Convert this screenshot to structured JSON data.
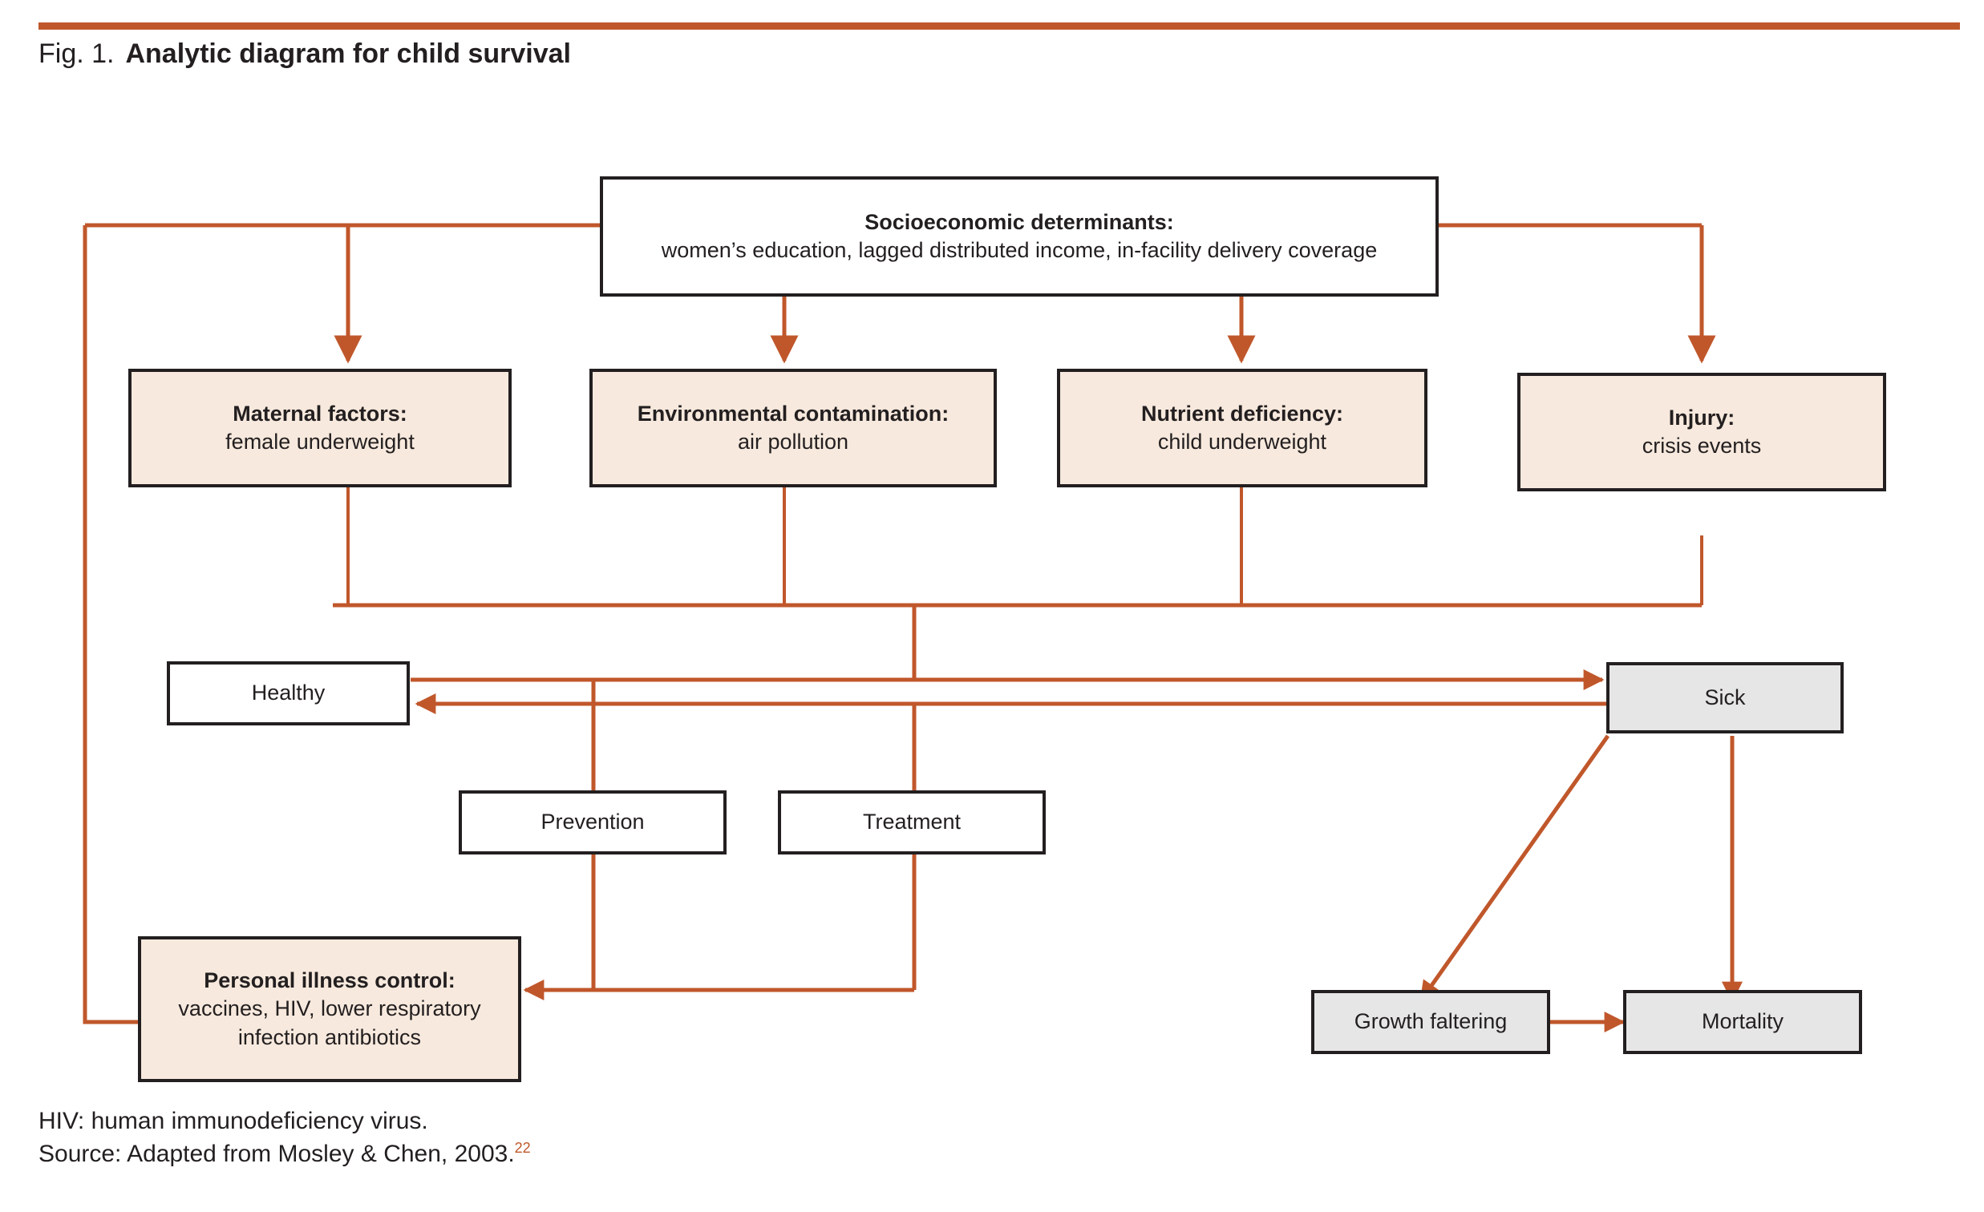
{
  "figure": {
    "label": "Fig. 1.",
    "title": "Analytic diagram for child survival",
    "accent_color": "#c0572b",
    "box_fill_cream": "#f7e9dd",
    "box_fill_grey": "#e6e6e6",
    "box_fill_white": "#ffffff",
    "border_color": "#231f20"
  },
  "nodes": {
    "socioeconomic": {
      "heading": "Socioeconomic determinants:",
      "detail": "women’s education, lagged distributed income, in-facility delivery coverage"
    },
    "maternal": {
      "heading": "Maternal factors:",
      "detail": "female underweight"
    },
    "environmental": {
      "heading": "Environmental contamination:",
      "detail": "air pollution"
    },
    "nutrient": {
      "heading": "Nutrient deficiency:",
      "detail": "child underweight"
    },
    "injury": {
      "heading": "Injury:",
      "detail": "crisis events"
    },
    "healthy": {
      "label": "Healthy"
    },
    "sick": {
      "label": "Sick"
    },
    "prevention": {
      "label": "Prevention"
    },
    "treatment": {
      "label": "Treatment"
    },
    "personal_illness_control": {
      "heading": "Personal illness control:",
      "detail_line1": "vaccines, HIV, lower respiratory",
      "detail_line2": "infection antibiotics"
    },
    "growth_faltering": {
      "label": "Growth faltering"
    },
    "mortality": {
      "label": "Mortality"
    }
  },
  "notes": {
    "abbreviation": "HIV: human immunodeficiency virus.",
    "source": "Source: Adapted from Mosley & Chen, 2003.",
    "source_ref": "22"
  },
  "chart_data": {
    "type": "diagram",
    "title": "Analytic diagram for child survival",
    "nodes": [
      {
        "id": "socioeconomic",
        "label": "Socioeconomic determinants: women’s education, lagged distributed income, in-facility delivery coverage",
        "style": "white"
      },
      {
        "id": "maternal",
        "label": "Maternal factors: female underweight",
        "style": "cream"
      },
      {
        "id": "environmental",
        "label": "Environmental contamination: air pollution",
        "style": "cream"
      },
      {
        "id": "nutrient",
        "label": "Nutrient deficiency: child underweight",
        "style": "cream"
      },
      {
        "id": "injury",
        "label": "Injury: crisis events",
        "style": "cream"
      },
      {
        "id": "healthy",
        "label": "Healthy",
        "style": "white"
      },
      {
        "id": "sick",
        "label": "Sick",
        "style": "grey"
      },
      {
        "id": "prevention",
        "label": "Prevention",
        "style": "white"
      },
      {
        "id": "treatment",
        "label": "Treatment",
        "style": "white"
      },
      {
        "id": "personal_illness_control",
        "label": "Personal illness control: vaccines, HIV, lower respiratory infection antibiotics",
        "style": "cream"
      },
      {
        "id": "growth_faltering",
        "label": "Growth faltering",
        "style": "grey"
      },
      {
        "id": "mortality",
        "label": "Mortality",
        "style": "grey"
      }
    ],
    "edges": [
      {
        "from": "socioeconomic",
        "to": "maternal",
        "arrow": true
      },
      {
        "from": "socioeconomic",
        "to": "environmental",
        "arrow": true
      },
      {
        "from": "socioeconomic",
        "to": "nutrient",
        "arrow": true
      },
      {
        "from": "socioeconomic",
        "to": "injury",
        "arrow": true
      },
      {
        "from": "socioeconomic",
        "to": "personal_illness_control",
        "arrow": true
      },
      {
        "from": "maternal",
        "to": "sick",
        "arrow": true
      },
      {
        "from": "environmental",
        "to": "sick",
        "arrow": true
      },
      {
        "from": "nutrient",
        "to": "sick",
        "arrow": true
      },
      {
        "from": "injury",
        "to": "sick",
        "arrow": true
      },
      {
        "from": "healthy",
        "to": "sick",
        "arrow": true
      },
      {
        "from": "sick",
        "to": "healthy",
        "arrow": true
      },
      {
        "from": "prevention",
        "to": "personal_illness_control",
        "arrow": true
      },
      {
        "from": "treatment",
        "to": "personal_illness_control",
        "arrow": true
      },
      {
        "from": "sick",
        "to": "growth_faltering",
        "arrow": true
      },
      {
        "from": "sick",
        "to": "mortality",
        "arrow": true
      },
      {
        "from": "growth_faltering",
        "to": "mortality",
        "arrow": true
      }
    ]
  }
}
